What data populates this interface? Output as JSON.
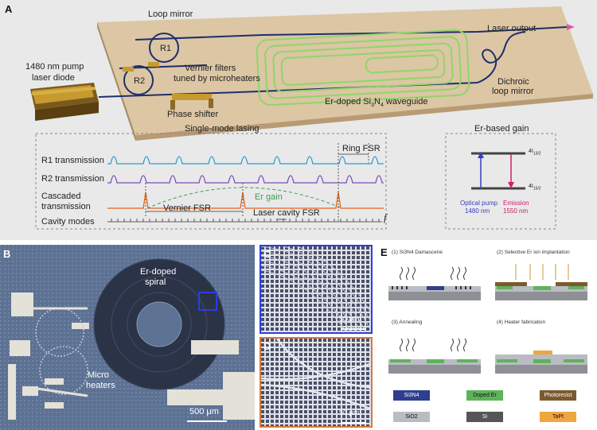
{
  "panel_a": {
    "letter": "A",
    "pump_label_1": "1480 nm pump",
    "pump_label_2": "laser diode",
    "loop_mirror": "Loop mirror",
    "r1": "R1",
    "r2": "R2",
    "vernier_1": "Vernier filters",
    "vernier_2": "tuned by microheaters",
    "phase_shifter": "Phase shifter",
    "waveguide_pre": "Er-doped Si",
    "waveguide_sub1": "3",
    "waveguide_mid": "N",
    "waveguide_sub2": "4",
    "waveguide_post": " waveguide",
    "laser_output": "Laser output",
    "dichroic_1": "Dichroic",
    "dichroic_2": "loop mirror",
    "single_mode": "Single-mode lasing",
    "r1_trans": "R1 transmission",
    "r2_trans": "R2 transmission",
    "cascaded_1": "Cascaded",
    "cascaded_2": "transmission",
    "cavity_modes": "Cavity modes",
    "ring_fsr": "Ring FSR",
    "er_gain": "Er gain",
    "vernier_fsr": "Vernier FSR",
    "laser_cavity_fsr": "Laser cavity FSR",
    "freq_symbol": "f",
    "er_based_gain": "Er-based gain",
    "level_upper": "4I",
    "level_upper_sub": "13/2",
    "level_lower": "4I",
    "level_lower_sub": "15/2",
    "optical_pump_1": "Optical pump",
    "optical_pump_2": "1480 nm",
    "emission_1": "Emission",
    "emission_2": "1550 nm"
  },
  "panel_b": {
    "letter": "B",
    "er_doped_1": "Er-doped",
    "er_doped_2": "spiral",
    "micro_1": "Micro",
    "micro_2": "heaters",
    "scale": "500 μm"
  },
  "panel_c": {
    "letter": "C",
    "scale": "50 μm"
  },
  "panel_d": {
    "letter": "D",
    "scale": "50 μm"
  },
  "panel_e": {
    "letter": "E",
    "step1": "(1) Si3N4 Damascene",
    "step2": "(2) Selective Er ion implantation",
    "step3": "(3) Annealing",
    "step4": "(4) Heater fabrication",
    "legend": [
      "Si3N4",
      "Doped Er",
      "Photoresist",
      "SiO2",
      "Si",
      "TaPt"
    ]
  },
  "colors": {
    "r1_trace": "#2aa0c8",
    "r2_trace": "#7a4fb5",
    "cascaded_trace": "#e8651a",
    "er_gain": "#3aa14a",
    "spiral_green": "#8fd66a",
    "pump_arrow": "#3b3bc8",
    "emission_arrow": "#d0206a"
  }
}
